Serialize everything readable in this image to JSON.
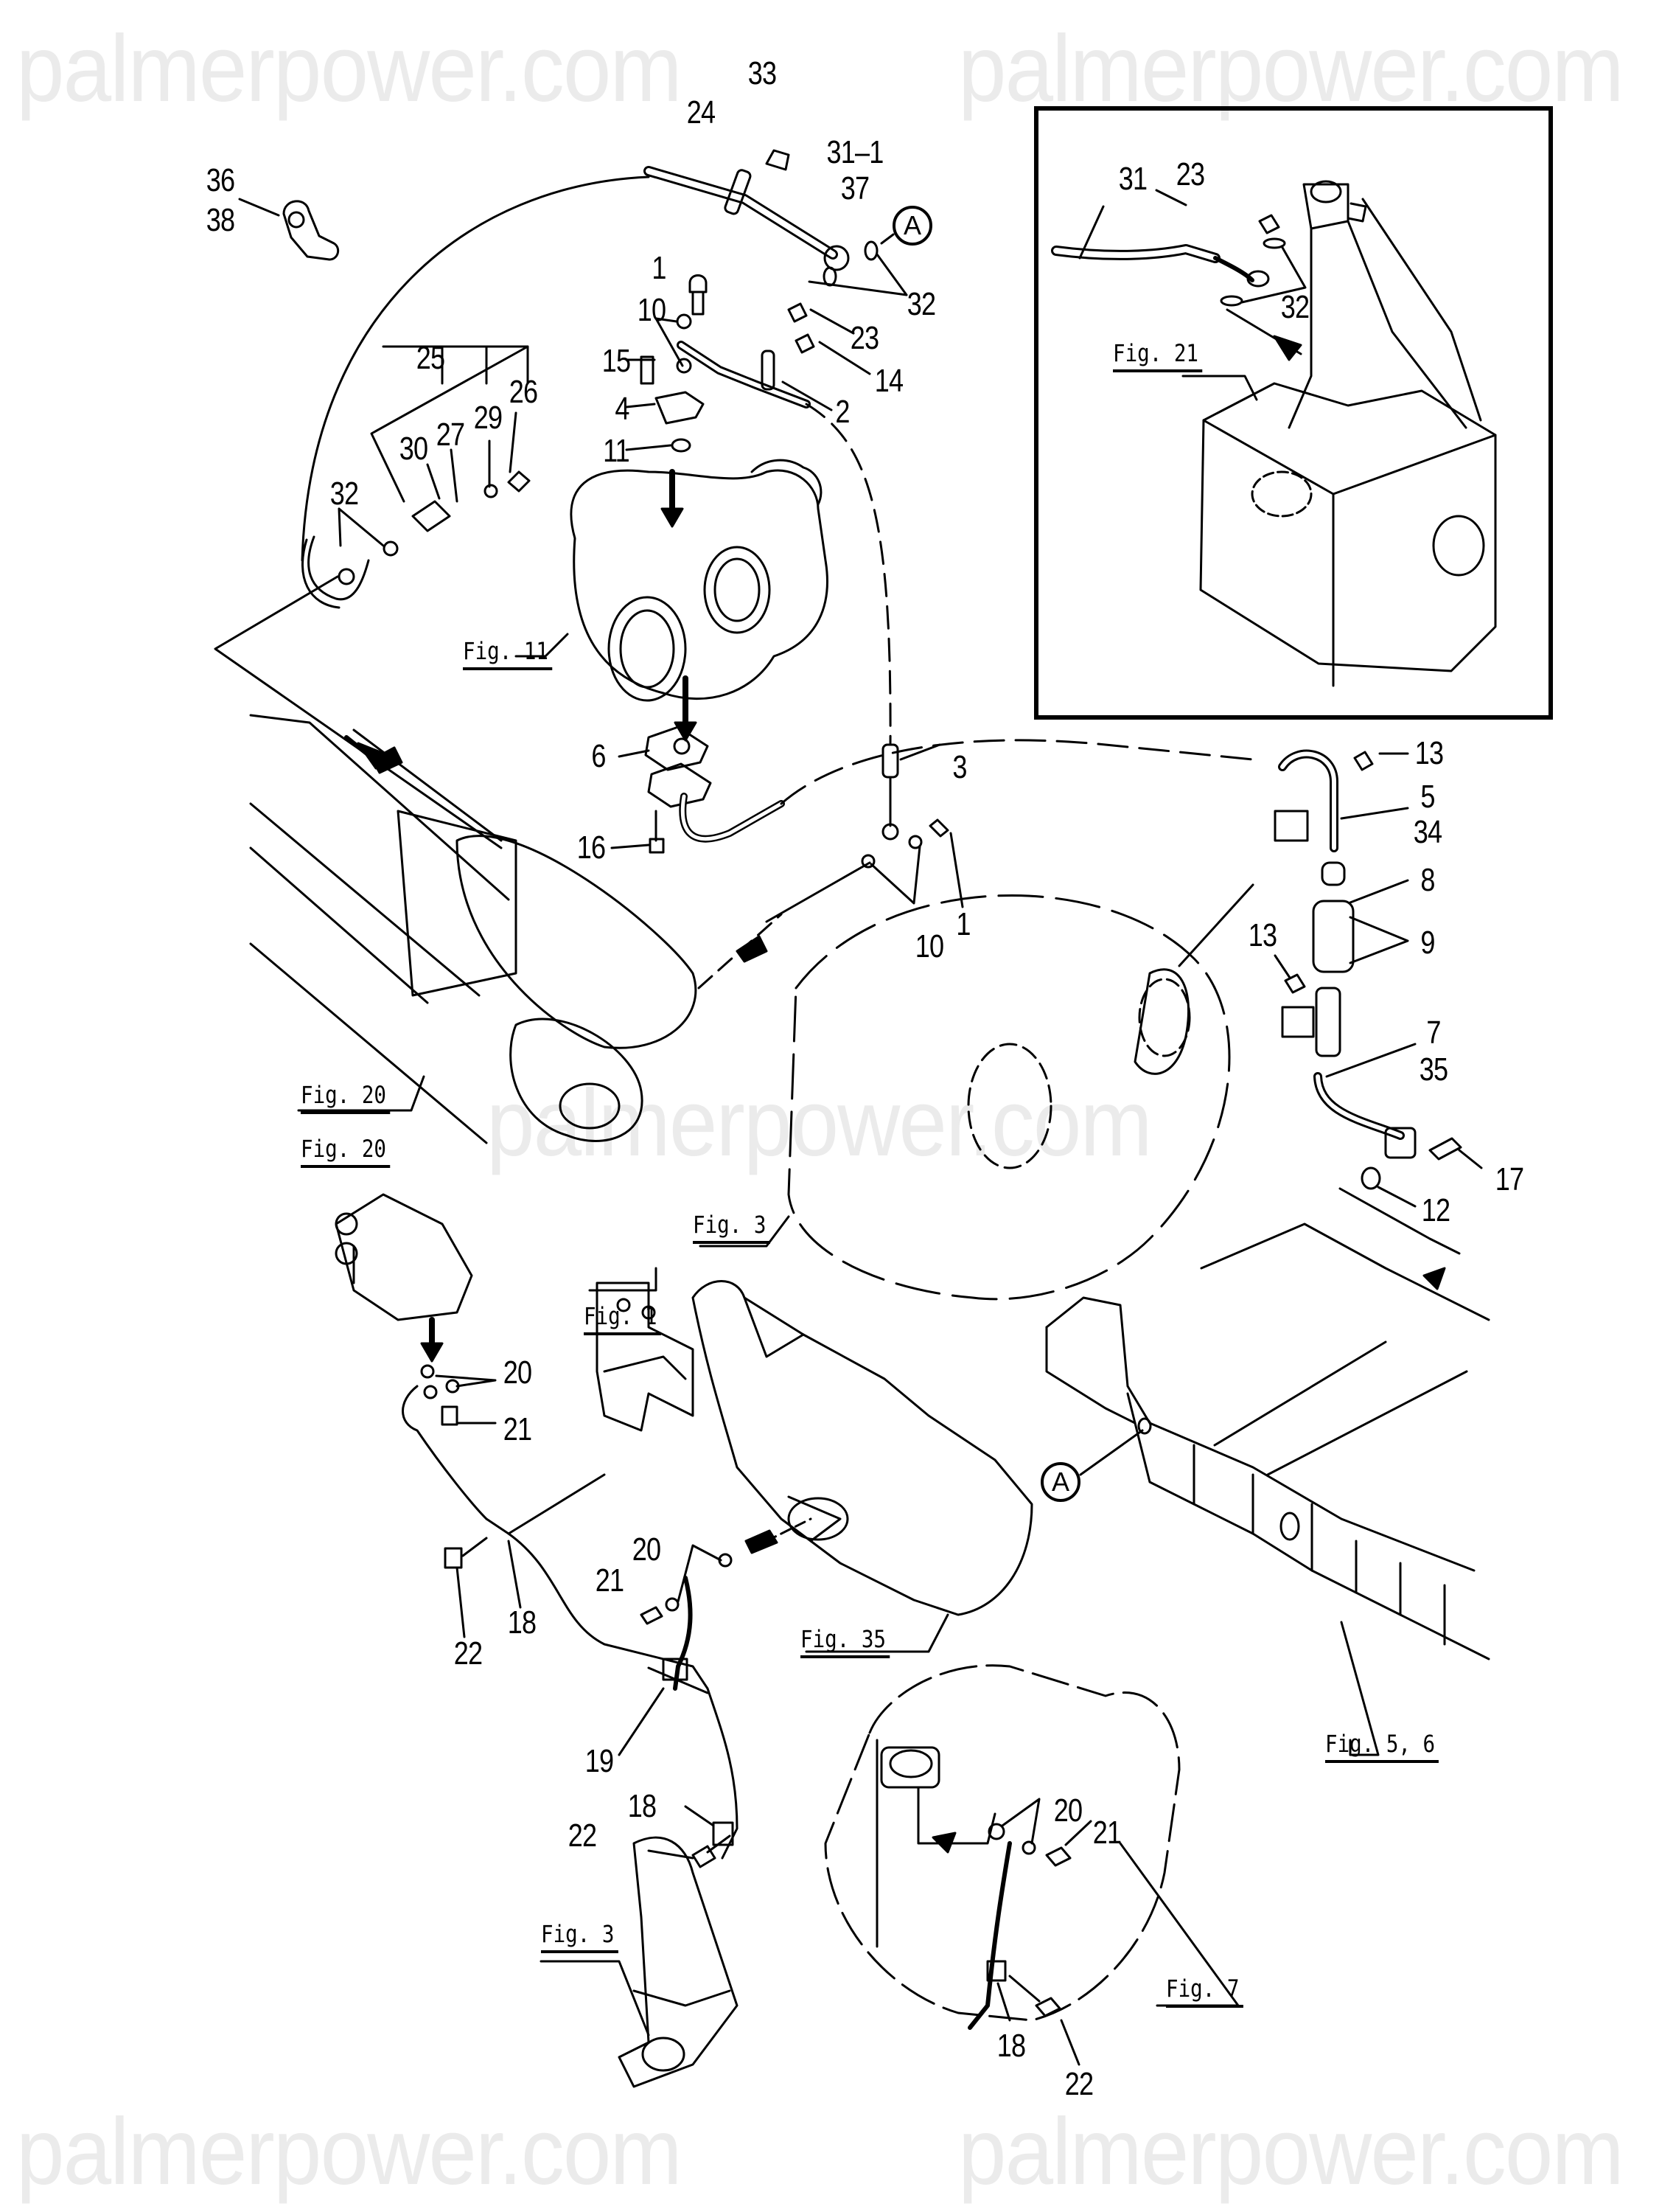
{
  "watermark": "palmerpower.com",
  "colors": {
    "line": "#000000",
    "watermark": "#ebebeb",
    "background": "#ffffff"
  },
  "callouts": {
    "c33": "33",
    "c24": "24",
    "c31_1": "31–1",
    "c37": "37",
    "c32a": "32",
    "c36": "36",
    "c38": "38",
    "c1a": "1",
    "c10a": "10",
    "c23a": "23",
    "c15": "15",
    "c14": "14",
    "c2": "2",
    "c4": "4",
    "c11": "11",
    "c25": "25",
    "c26": "26",
    "c29": "29",
    "c27": "27",
    "c30": "30",
    "c32b": "32",
    "c6": "6",
    "c3": "3",
    "c16": "16",
    "c1b": "1",
    "c10b": "10",
    "c13a": "13",
    "c5": "5",
    "c34": "34",
    "c8": "8",
    "c9": "9",
    "c13b": "13",
    "c7": "7",
    "c35": "35",
    "c17": "17",
    "c12": "12",
    "c20a": "20",
    "c21a": "21",
    "c20b": "20",
    "c21b": "21",
    "c22a": "22",
    "c18a": "18",
    "c19": "19",
    "c18b": "18",
    "c22b": "22",
    "c20c": "20",
    "c21c": "21",
    "c18c": "18",
    "c22c": "22"
  },
  "inset_callouts": {
    "c31": "31",
    "c23": "23",
    "c32": "32"
  },
  "figure_refs": {
    "fig11": "Fig. 11",
    "fig20a": "Fig. 20",
    "fig20b": "Fig. 20",
    "fig3a": "Fig. 3",
    "fig1": "Fig. 1",
    "fig35": "Fig. 35",
    "fig56": "Fig. 5, 6",
    "fig3b": "Fig. 3",
    "fig7": "Fig. 7",
    "fig21": "Fig. 21"
  },
  "reference_markers": {
    "top": "A",
    "oil_pan": "A"
  }
}
